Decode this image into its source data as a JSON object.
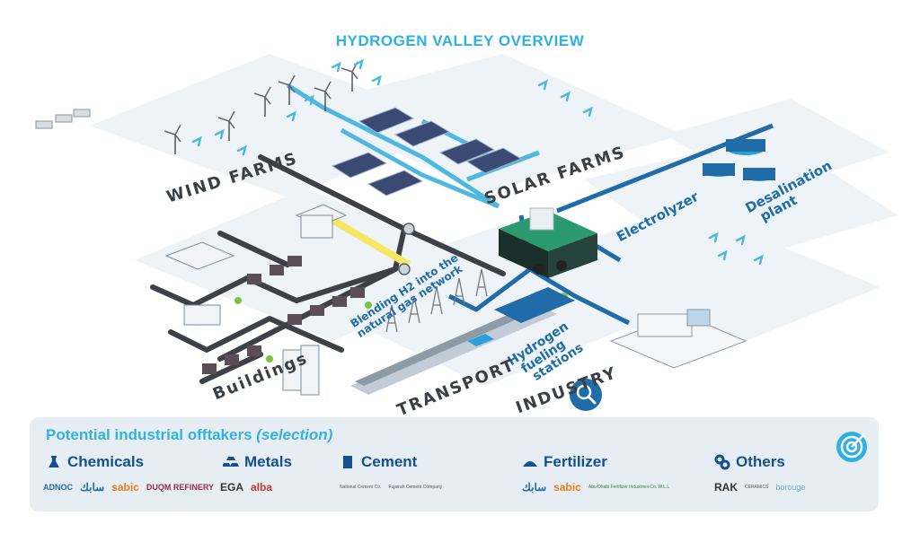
{
  "title": "HYDROGEN VALLEY OVERVIEW",
  "labels": {
    "wind_farms": "WIND FARMS",
    "solar_farms": "SOLAR FARMS",
    "electrolyzer": "Electrolyzer",
    "desalination_l1": "Desalination",
    "desalination_l2": "plant",
    "blending_l1": "Blending H2 into the",
    "blending_l2": "natural gas network",
    "hydrogen_l1": "Hydrogen",
    "hydrogen_l2": "fueling",
    "hydrogen_l3": "stations",
    "buildings": "Buildings",
    "transport": "TRANSPORT",
    "industry": "INDUSTRY"
  },
  "offtakers": {
    "title": "Potential industrial offtakers ",
    "title_italic": "(selection)",
    "categories": [
      {
        "name": "Chemicals",
        "icon": "flask-icon"
      },
      {
        "name": "Metals",
        "icon": "ingots-icon"
      },
      {
        "name": "Cement",
        "icon": "silo-icon"
      },
      {
        "name": "Fertilizer",
        "icon": "mound-icon"
      },
      {
        "name": "Others",
        "icon": "gears-icon"
      }
    ],
    "logos": {
      "adnoc": "ADNOC",
      "sabic_ar": "سابك",
      "sabic": "sabic",
      "dugm": "DUQM REFINERY",
      "ega": "EGA",
      "alba": "alba",
      "national_cement": "National Cement Co.",
      "fujairah_cement": "Fujairah Cement Company",
      "sabic_ar2": "سابك",
      "sabic2": "sabic",
      "abu_dhabi_fert": "Abu Dhabi Fertilizer Industries Co. W.L.L",
      "rak": "RAK",
      "rak_sub": "CERAMICS",
      "borouge": "borouge"
    }
  },
  "colors": {
    "accent": "#2eb0e4",
    "navy": "#14508f",
    "pipe_dark": "#3d4147",
    "pipe_blue": "#1f6ca8",
    "pipe_light": "#4fb8df",
    "hydrogen_yellow": "#f5e663"
  }
}
